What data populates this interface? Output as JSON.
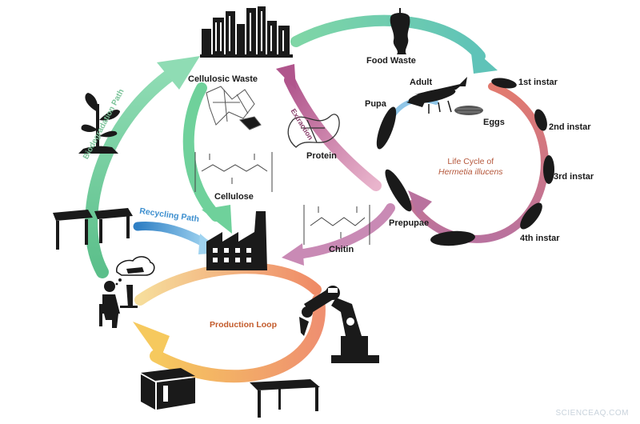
{
  "labels": {
    "food_waste": "Food Waste",
    "cellulosic_waste": "Cellulosic Waste",
    "cellulose": "Cellulose",
    "protein": "Protein",
    "chitin": "Chitin",
    "adult": "Adult",
    "pupa": "Pupa",
    "eggs": "Eggs",
    "prepupae": "Prepupae",
    "instar_1": "1st instar",
    "instar_2": "2nd instar",
    "instar_3": "3rd instar",
    "instar_4": "4th instar",
    "life_cycle_line1": "Life Cycle of",
    "life_cycle_line2": "Hermetia illucens",
    "biodegradation_path": "Biodegradation Path",
    "recycling_path": "Recycling Path",
    "production_loop": "Production Loop",
    "protein_arrow_text": "Extraction"
  },
  "watermark": "SCIENCEAQ.COM",
  "colors": {
    "green_arrow": "#6fcf97",
    "blue_arrow": "#5aa9dd",
    "pink_arrow": "#c07aa4",
    "orange_loop": "#f0a070",
    "yellow_loop": "#f6d36b",
    "life_cycle_text": "#b5573b",
    "biodegradation_text": "#7cc49a",
    "recycling_text": "#3d8fcf",
    "production_text": "#c35a2a",
    "icon": "#1a1a1a"
  },
  "icons": [
    "city-icon",
    "apple-core-icon",
    "plant-icon",
    "broken-table-icon",
    "factory-icon",
    "person-thinking-icon",
    "box-icon",
    "table-icon",
    "robot-arm-icon",
    "fly-icon",
    "larva-icon",
    "molecule-icon"
  ]
}
